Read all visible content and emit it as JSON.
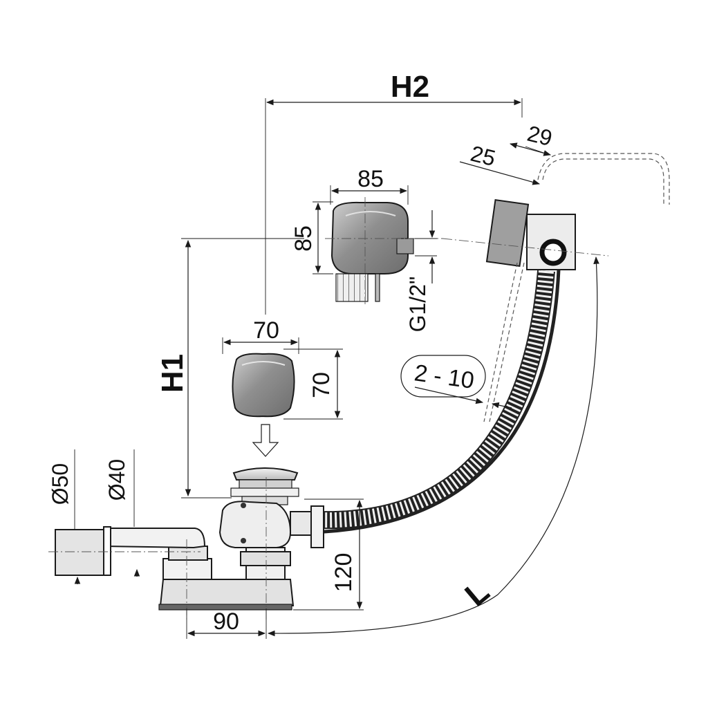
{
  "labels": {
    "h2": "H2",
    "h1": "H1",
    "l": "L",
    "d29": "29",
    "d25": "25",
    "d85w": "85",
    "d85h": "85",
    "g12": "G1/2\"",
    "d70w": "70",
    "d70h": "70",
    "range": "2 - 10",
    "d50": "Ø50",
    "d40": "Ø40",
    "d120": "120",
    "d90": "90"
  },
  "colors": {
    "line": "#1a1a1a",
    "body_fill": "#a9a9a9",
    "light_fill": "#d8d8d8",
    "hose_fill": "#e6e6e6"
  }
}
